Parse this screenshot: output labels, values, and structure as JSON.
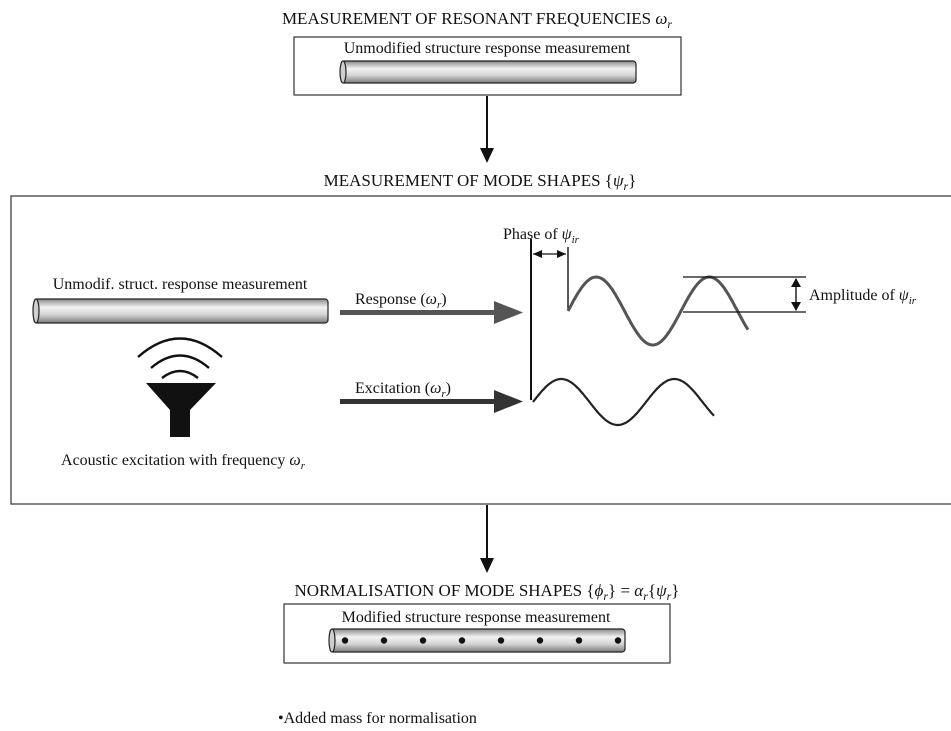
{
  "section1": {
    "title_text": "MEASUREMENT OF RESONANT FREQUENCIES ",
    "title_symbol": "ω",
    "title_sub": "r",
    "box_label": "Unmodified structure response measurement"
  },
  "section2": {
    "title_text": "MEASUREMENT OF MODE SHAPES {",
    "title_symbol": "ψ",
    "title_sub": "r",
    "title_close": "}",
    "rod_label": "Unmodif. struct. response measurement",
    "speaker_label_text": "Acoustic excitation with frequency ",
    "speaker_label_symbol": "ω",
    "speaker_label_sub": "r",
    "response_text": "Response (",
    "response_symbol": "ω",
    "response_sub": "r",
    "response_close": ")",
    "excitation_text": "Excitation (",
    "excitation_symbol": "ω",
    "excitation_sub": "r",
    "excitation_close": ")",
    "phase_text": "Phase of ",
    "phase_symbol": "ψ",
    "phase_sub": "ir",
    "amplitude_text": "Amplitude of ",
    "amplitude_symbol": "ψ",
    "amplitude_sub": "ir"
  },
  "section3": {
    "title_text": "NORMALISATION OF MODE SHAPES {",
    "phi": "ϕ",
    "phi_sub": "r",
    "eq": "} = ",
    "alpha": "α",
    "alpha_sub": "r",
    "open2": "{",
    "psi": "ψ",
    "psi_sub": "r",
    "close2": "}",
    "box_label": "Modified structure response measurement"
  },
  "legend": {
    "bullet": "•",
    "text": "Added mass for normalisation"
  }
}
